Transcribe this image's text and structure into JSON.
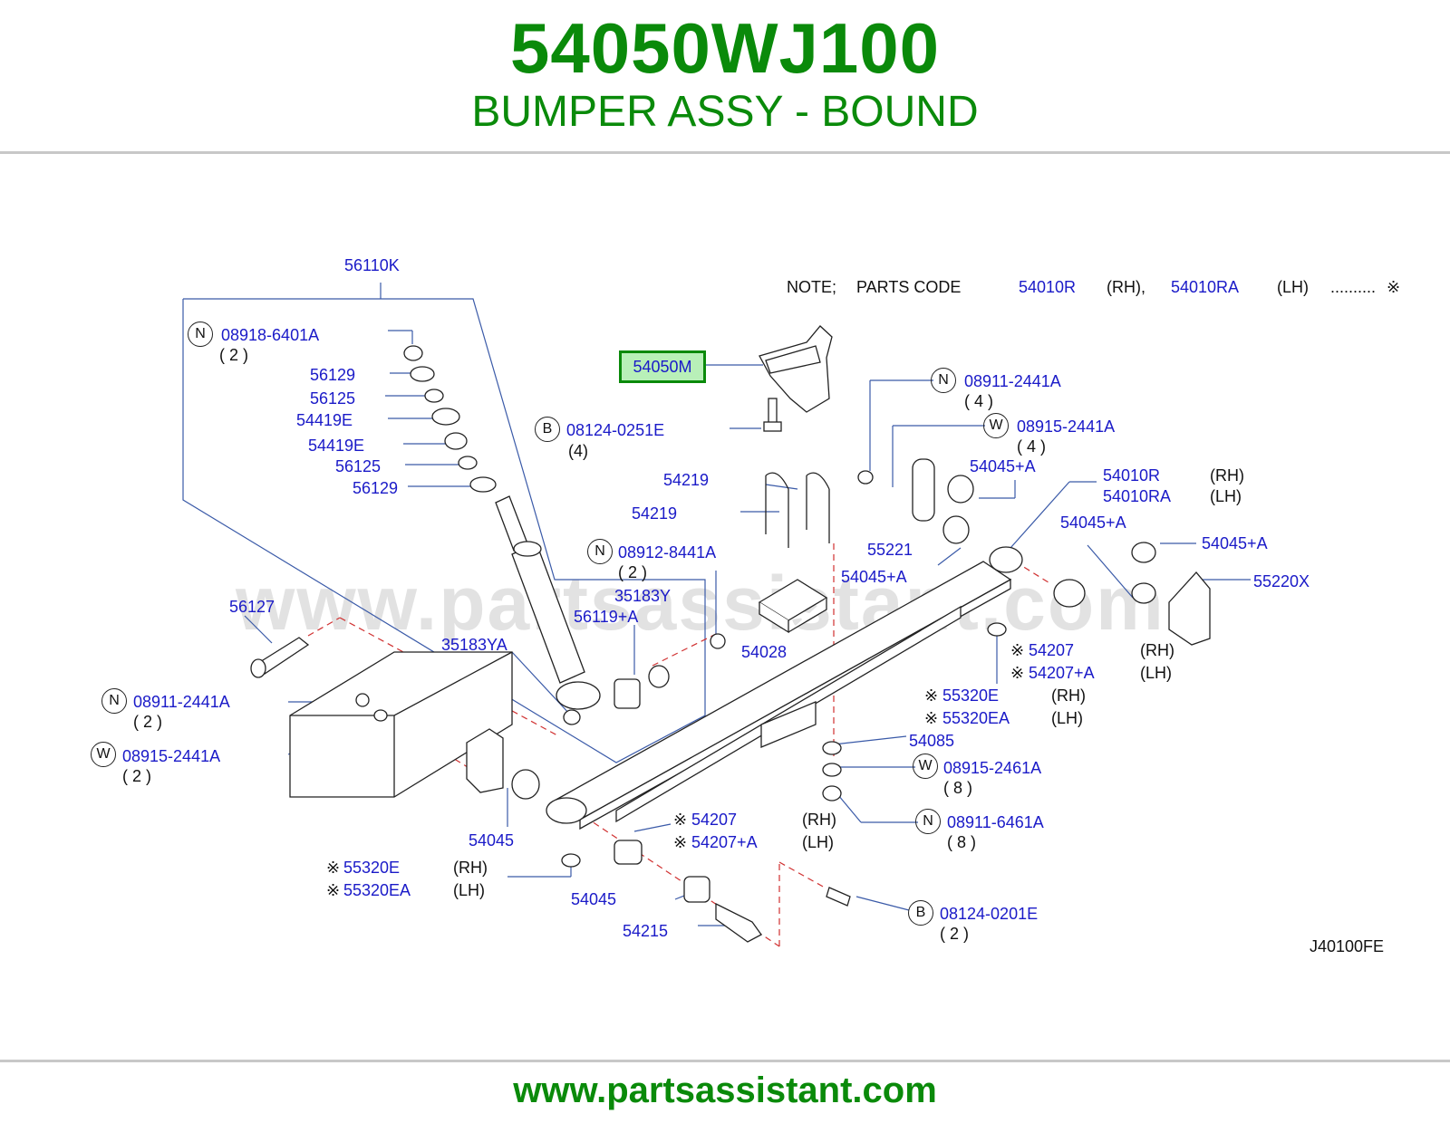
{
  "header": {
    "part_number": "54050WJ100",
    "part_name": "BUMPER ASSY - BOUND"
  },
  "diagram": {
    "watermark": "www.partsassistant.com",
    "diagram_code": "J40100FE",
    "note": {
      "prefix": "NOTE;",
      "parts_code": "PARTS   CODE",
      "code_rh": "54010R",
      "rh": "(RH),",
      "code_lh": "54010RA",
      "lh": "(LH)",
      "dots": "..........",
      "mark": "※"
    },
    "highlighted_part": "54050M",
    "callouts": {
      "c56110K": "56110K",
      "c08918": "08918-6401A",
      "q2a": "( 2 )",
      "c56129a": "56129",
      "c56125a": "56125",
      "c54419Ea": "54419E",
      "c54419Eb": "54419E",
      "c56125b": "56125",
      "c56129b": "56129",
      "c08124_0251E": "08124-0251E",
      "q4a": "(4)",
      "c08911_2441A_r": "08911-2441A",
      "q4b": "( 4 )",
      "c08915_2441A_r": "08915-2441A",
      "q4c": "( 4 )",
      "c54045A_a": "54045+A",
      "c54010R": "54010R",
      "rh1": "(RH)",
      "c54010RA": "54010RA",
      "lh1": "(LH)",
      "c54219a": "54219",
      "c54219b": "54219",
      "c55221": "55221",
      "c54045A_b": "54045+A",
      "c54045A_c": "54045+A",
      "c54045A_d": "54045+A",
      "c55220X": "55220X",
      "c08912": "08912-8441A",
      "q2b": "( 2 )",
      "c35183Y": "35183Y",
      "c56119A": "56119+A",
      "c56127": "56127",
      "c35183YA": "35183YA",
      "c54028": "54028",
      "c54207_r": "54207",
      "rh2": "(RH)",
      "c54207A_r": "54207+A",
      "lh2": "(LH)",
      "c55320E_r": "55320E",
      "rh3": "(RH)",
      "c55320EA_r": "55320EA",
      "lh3": "(LH)",
      "c08911_2441A_l": "08911-2441A",
      "q2c": "( 2 )",
      "c08915_2441A_l": "08915-2441A",
      "q2d": "( 2 )",
      "c54085": "54085",
      "c08915_2461A": "08915-2461A",
      "q8a": "( 8 )",
      "c08911_6461A": "08911-6461A",
      "q8b": "( 8 )",
      "c54045_a": "54045",
      "c54207_l": "54207",
      "rh4": "(RH)",
      "c54207A_l": "54207+A",
      "lh4": "(LH)",
      "c55320E_l": "55320E",
      "rh5": "(RH)",
      "c55320EA_l": "55320EA",
      "lh5": "(LH)",
      "c54045_b": "54045",
      "c54215": "54215",
      "c08124_0201E": "08124-0201E",
      "q2e": "( 2 )",
      "mark": "※",
      "N": "N",
      "W": "W",
      "B": "B"
    }
  },
  "footer": {
    "url": "www.partsassistant.com"
  }
}
